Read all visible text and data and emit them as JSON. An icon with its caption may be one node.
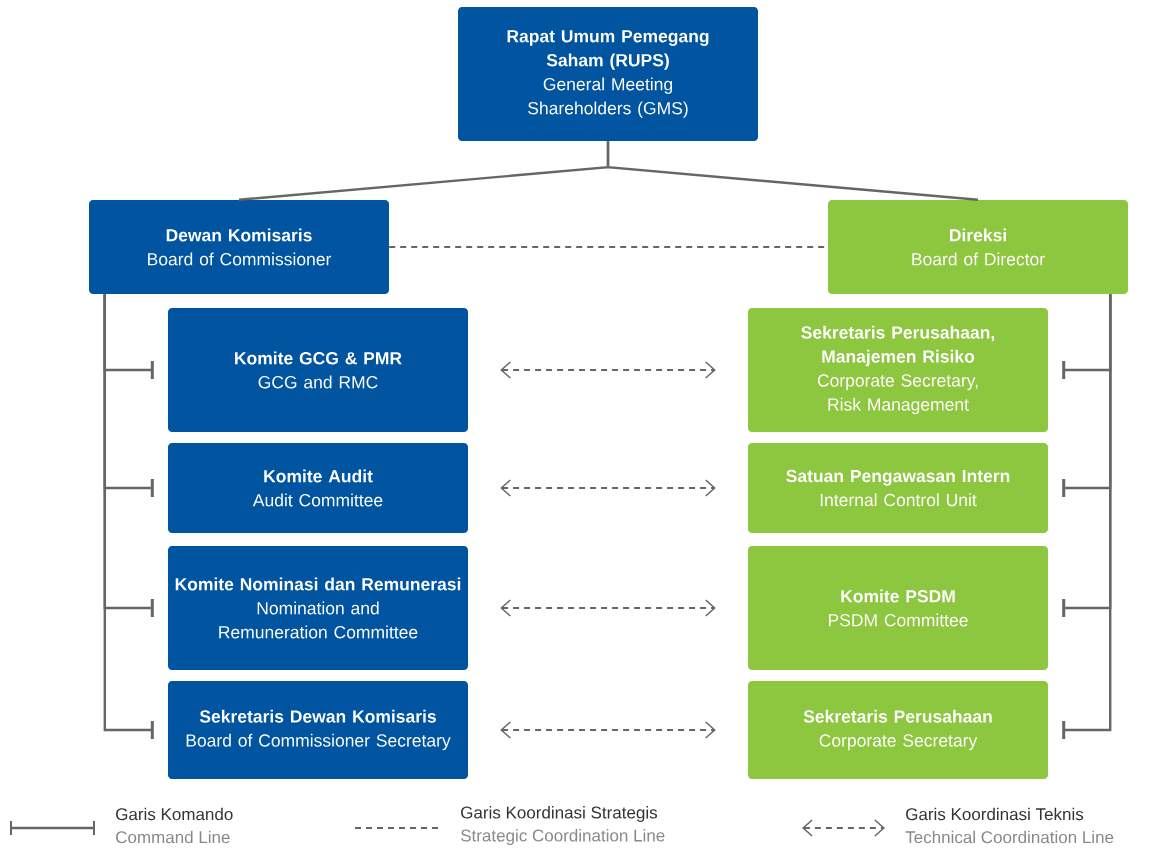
{
  "diagram": {
    "nodes": [
      {
        "text": [
          "Rapat Umum Pemegang Saham (RUPS)",
          "General Meeting Shareholders (GMS)"
        ]
      },
      {
        "text": [
          "Dewan Komisaris",
          "Board of Commissioner"
        ]
      },
      {
        "text": [
          "Direksi",
          "Board of Director"
        ]
      },
      {
        "text": [
          "Komite GCG & PMR",
          "GCG and RMC"
        ]
      },
      {
        "text": [
          "Komite Audit",
          "Audit Committee"
        ]
      },
      {
        "text": [
          "Komite Nominasi dan Remunerasi",
          "Nomination and Remuneration Committee"
        ]
      },
      {
        "text": [
          "Sekretaris Dewan Komisaris",
          "Board of Commissioner Secretary"
        ]
      },
      {
        "text": [
          "Sekretaris Perusahaan, Manajemen Risiko",
          "Corporate Secretary, Risk Management"
        ]
      },
      {
        "text": [
          "Satuan Pengawasan Intern",
          "Internal Control Unit"
        ]
      },
      {
        "text": [
          "Komite PSDM",
          "PSDM Committee"
        ]
      },
      {
        "text": [
          "Sekretaris Perusahaan",
          "Corporate Secretary"
        ]
      }
    ],
    "edges": [
      {
        "from": 0,
        "to": 1,
        "arrow": "none"
      },
      {
        "from": 0,
        "to": 2,
        "arrow": "none"
      },
      {
        "from": 1,
        "to": 2,
        "arrow": "none",
        "style": "dashed"
      },
      {
        "from": 1,
        "to": 3,
        "arrow": "other"
      },
      {
        "from": 1,
        "to": 4,
        "arrow": "other"
      },
      {
        "from": 1,
        "to": 5,
        "arrow": "other"
      },
      {
        "from": 1,
        "to": 6,
        "arrow": "other"
      },
      {
        "from": 2,
        "to": 7,
        "arrow": "other"
      },
      {
        "from": 2,
        "to": 8,
        "arrow": "other"
      },
      {
        "from": 2,
        "to": 9,
        "arrow": "other"
      },
      {
        "from": 2,
        "to": 10,
        "arrow": "other"
      },
      {
        "from": 3,
        "to": 7,
        "arrow": "both",
        "style": "dashed"
      },
      {
        "from": 4,
        "to": 8,
        "arrow": "both",
        "style": "dashed"
      },
      {
        "from": 5,
        "to": 9,
        "arrow": "both",
        "style": "dashed"
      },
      {
        "from": 6,
        "to": 10,
        "arrow": "both",
        "style": "dashed"
      }
    ],
    "labels": [
      "Command Line",
      "Strategic Coordination Line",
      "Technical Coordination Line"
    ],
    "legend": [
      {
        "text": "Garis Komando"
      },
      {
        "text": "Garis Koordinasi Strategis"
      },
      {
        "text": "Garis Koordinasi Teknis"
      }
    ]
  }
}
